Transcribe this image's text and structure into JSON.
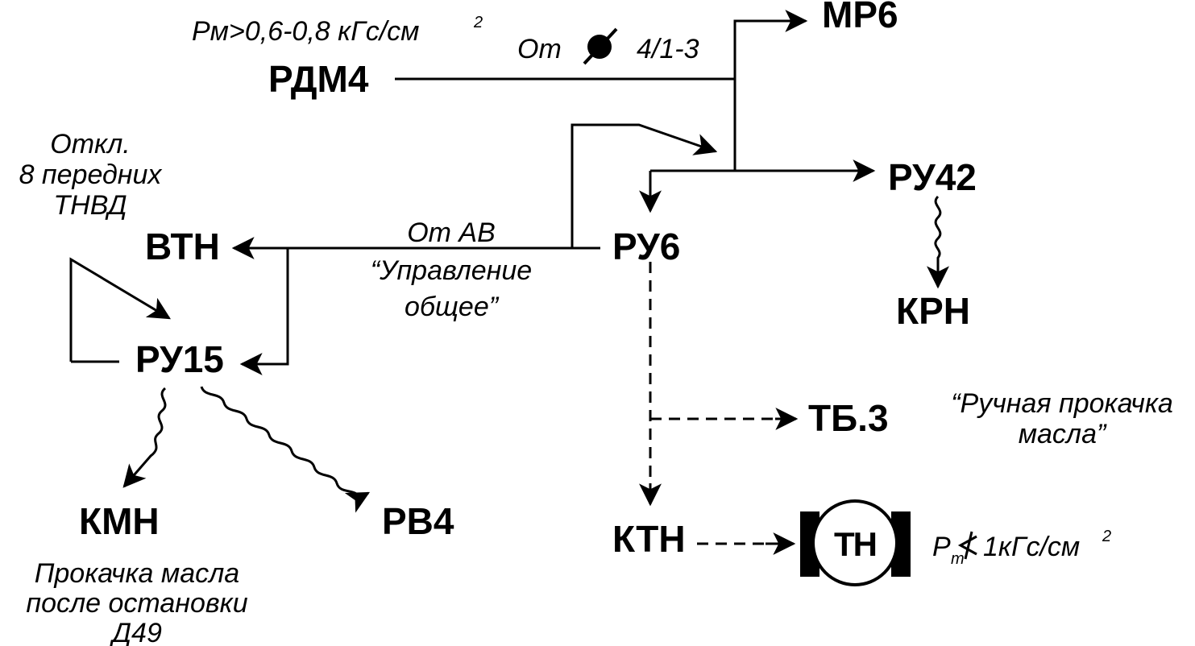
{
  "nodes": {
    "rdm4": "РДМ4",
    "mr6": "МР6",
    "ru42": "РУ42",
    "krn": "КРН",
    "vtn": "ВТН",
    "ru6": "РУ6",
    "ru15": "РУ15",
    "kmn": "КМН",
    "rv4": "РВ4",
    "tb3": "ТБ.3",
    "ktn": "КТН",
    "tn": "ТН"
  },
  "notes": {
    "pressure_top": "Рм>0,6-0,8 кГс/см",
    "pressure_top_sup": "2",
    "from_diam_1": "От",
    "from_diam_2": "4/1-3",
    "otkl_1": "Откл.",
    "otkl_2": "8 передних",
    "otkl_3": "ТНВД",
    "from_av_1": "От АВ",
    "from_av_2": "“Управление",
    "from_av_3": "общее”",
    "manual_1": "“Ручная прокачка",
    "manual_2": "масла”",
    "pump_after_1": "Прокачка масла",
    "pump_after_2": "после остановки",
    "pump_after_3": "Д49",
    "pt_p": "Р",
    "pt_sub": "т",
    "pt_rest": "1кГс/см",
    "pt_sup": "2"
  }
}
